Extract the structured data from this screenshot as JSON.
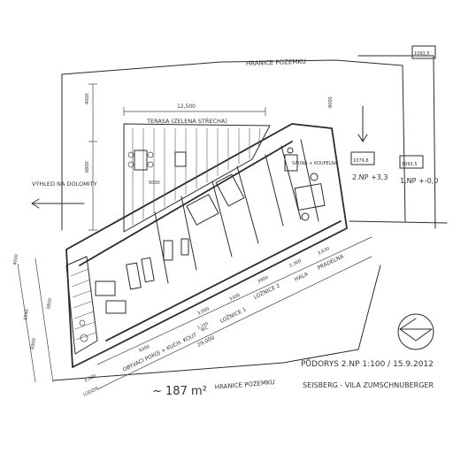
{
  "labels": {
    "boundary_top": "HRANICE POZEMKU",
    "boundary_bottom": "HRANICE POZEMKU",
    "terrace": "TERASA (ZELENÁ STŘECHA)",
    "view": "VÝHLED NA DOLOMITY",
    "floor2_level": "2.NP +3,3",
    "floor1_level": "1.NP +-0,0",
    "sauna": "SAUNA + KOUPELNA",
    "living": "OBÝVACÍ POKOJ + KUCH. KOUT",
    "room1": "LOŽNICE 1",
    "room2": "LOŽNICE 2",
    "hall": "HALA",
    "laundry": "PRÁDELNA",
    "hall_left": "LODŽIE",
    "wc": "WC",
    "area": "~ 187 m²",
    "title": "PŮDORYS 2.NP   1:100 / 15.9.2012",
    "subtitle": "SEISBERG - VILA ZUMSCHNUBERGER"
  },
  "dimensions": {
    "terrace_width": "12,500",
    "left_top": "4000",
    "left_mid": "6800",
    "terrace_depth": "5000",
    "site_height": "8000",
    "left_outer_a": "4000",
    "left_outer_b": "3800",
    "left_outer_c": "6900",
    "left_outer_d": "6540",
    "living": "9300",
    "total": "29,000",
    "wc": "3,000",
    "room1": "3300",
    "room2": "3900",
    "hall": "2,300",
    "laundry": "3,630",
    "hall_left": "3,300",
    "small_a": "1,140",
    "right_box": "1093,5",
    "level_a": "1079,8",
    "level_b": "1093,5"
  },
  "colors": {
    "ink": "#2b2b2b",
    "paper": "#ffffff"
  }
}
